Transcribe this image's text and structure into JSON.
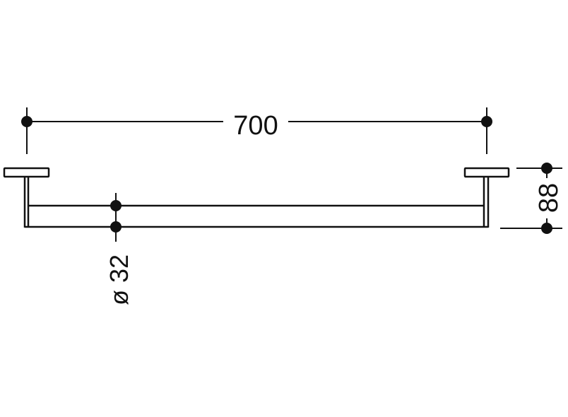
{
  "drawing": {
    "subject": "towel rail technical dimension drawing",
    "line_color": "#111111",
    "background": "#ffffff"
  },
  "dimensions": {
    "width": {
      "value": "700",
      "orientation": "horizontal"
    },
    "depth": {
      "value": "88",
      "orientation": "vertical"
    },
    "diameter": {
      "value": "ø 32",
      "orientation": "vertical"
    }
  }
}
